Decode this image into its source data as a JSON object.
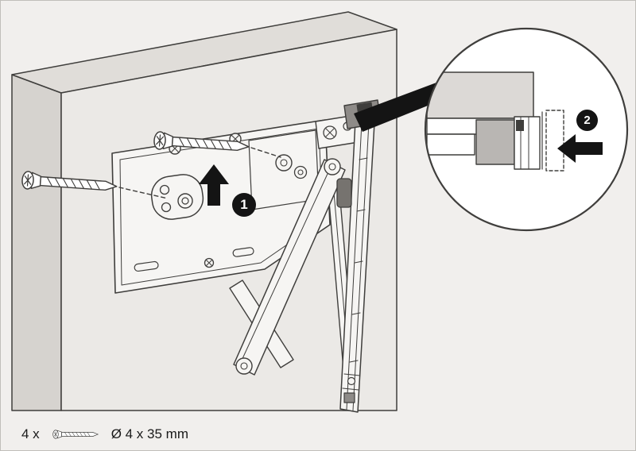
{
  "diagram": {
    "steps": {
      "step1": "1",
      "step2": "2"
    },
    "parts_note": {
      "quantity": "4 x",
      "screw_spec": "Ø 4 x 35 mm"
    },
    "icons": {
      "up_arrow": "arrow-up-icon",
      "left_arrow": "arrow-left-icon",
      "screw": "screw-icon",
      "callout": "detail-callout-circle",
      "callout_pointer": "callout-wedge-pointer"
    },
    "colors": {
      "background": "#f1efed",
      "panel_face": "#ebe9e6",
      "panel_top": "#e0ddd9",
      "panel_edge": "#d6d3cf",
      "outline": "#3f3e3c",
      "black": "#141414",
      "white": "#ffffff",
      "detail_panel_gray": "#dcd9d6",
      "detail_block_gray": "#b9b6b3",
      "clamp_gray": "#8e8b88",
      "switch_gray": "#76736f"
    }
  }
}
